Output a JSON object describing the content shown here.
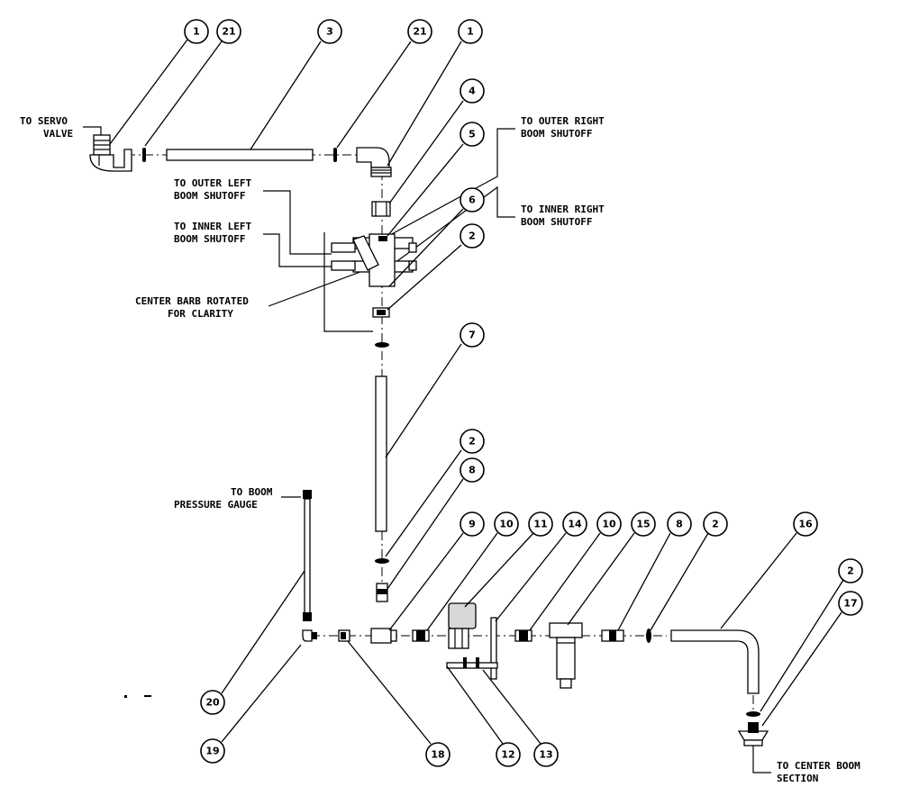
{
  "diagram": {
    "notes": {
      "to_servo_valve_line1": "TO SERVO",
      "to_servo_valve_line2": "VALVE",
      "to_outer_right_line1": "TO OUTER RIGHT",
      "to_outer_right_line2": "BOOM SHUTOFF",
      "to_inner_right_line1": "TO INNER RIGHT",
      "to_inner_right_line2": "BOOM SHUTOFF",
      "to_outer_left_line1": "TO OUTER LEFT",
      "to_outer_left_line2": "BOOM SHUTOFF",
      "to_inner_left_line1": "TO INNER LEFT",
      "to_inner_left_line2": "BOOM SHUTOFF",
      "center_barb_line1": "CENTER BARB ROTATED",
      "center_barb_line2": "FOR CLARITY",
      "to_pressure_gauge_line1": "TO BOOM",
      "to_pressure_gauge_line2": "PRESSURE GAUGE",
      "to_center_boom_line1": "TO CENTER BOOM",
      "to_center_boom_line2": "SECTION"
    },
    "callouts": [
      "1",
      "21",
      "3",
      "21",
      "1",
      "4",
      "5",
      "6",
      "2",
      "7",
      "2",
      "8",
      "9",
      "10",
      "11",
      "14",
      "10",
      "15",
      "8",
      "2",
      "16",
      "2",
      "17",
      "20",
      "19",
      "18",
      "12",
      "13"
    ]
  }
}
